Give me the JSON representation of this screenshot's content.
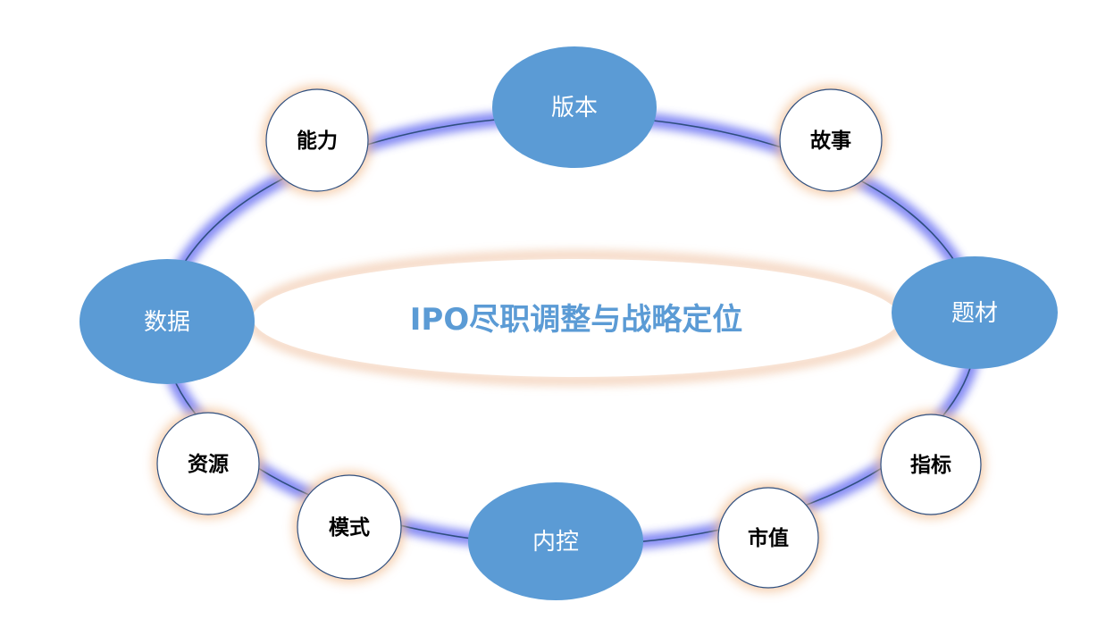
{
  "diagram": {
    "title": "IPO尽职调整与战略定位",
    "major_nodes": [
      {
        "id": "banben",
        "label": "版本"
      },
      {
        "id": "ticai",
        "label": "题材"
      },
      {
        "id": "neikong",
        "label": "内控"
      },
      {
        "id": "shuju",
        "label": "数据"
      }
    ],
    "minor_nodes": [
      {
        "id": "nengli",
        "label": "能力"
      },
      {
        "id": "gushi",
        "label": "故事"
      },
      {
        "id": "zhibiao",
        "label": "指标"
      },
      {
        "id": "shizhi",
        "label": "市值"
      },
      {
        "id": "moshi",
        "label": "模式"
      },
      {
        "id": "ziyuan",
        "label": "资源"
      }
    ]
  },
  "colors": {
    "major_fill": "#5b9bd5",
    "major_text": "#ffffff",
    "minor_fill": "#ffffff",
    "minor_stroke": "#2f4f7f",
    "minor_text": "#000000",
    "ring_line": "#2f4f7f",
    "ring_glow": "#5a62f0",
    "minor_glow": "#f3c29a",
    "center_glow": "#f4d4bd",
    "title_text": "#5b9bd5"
  }
}
